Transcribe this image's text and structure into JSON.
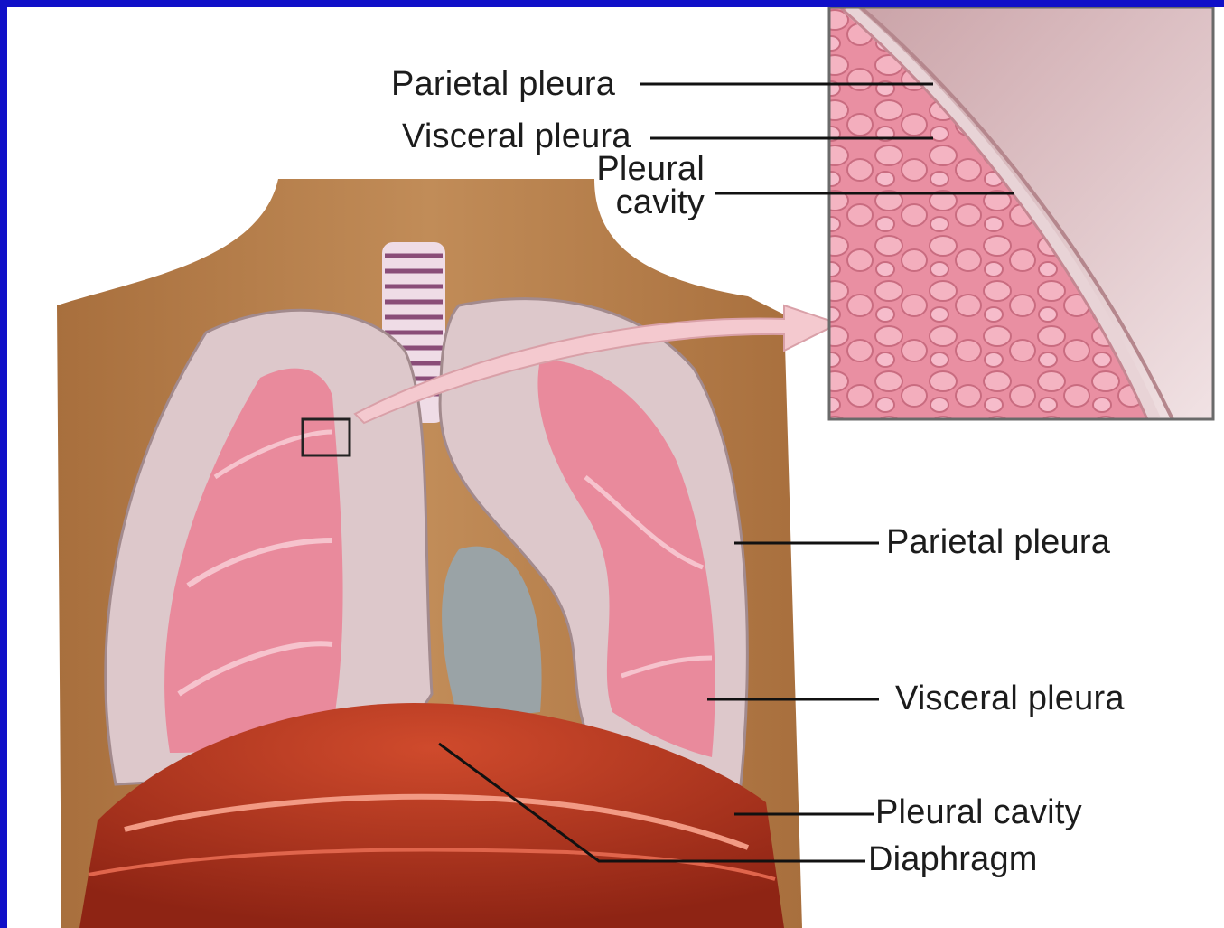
{
  "colors": {
    "frame_border": "#1010c8",
    "background": "#ffffff",
    "skin": "#b9824e",
    "lung_pink": "#e58a9a",
    "pleura": "#d8c3c6",
    "diaphragm": "#b8361e",
    "leader_line": "#111111"
  },
  "labels": {
    "inset_parietal": "Parietal pleura",
    "inset_visceral": "Visceral pleura",
    "inset_cavity_line1": "Pleural",
    "inset_cavity_line2": "cavity",
    "main_parietal": "Parietal pleura",
    "main_visceral": "Visceral pleura",
    "main_cavity": "Pleural cavity",
    "main_diaphragm": "Diaphragm"
  },
  "icons": {
    "zoom_arrow": "arrow-right-icon",
    "zoom_box": "selection-box-icon"
  }
}
